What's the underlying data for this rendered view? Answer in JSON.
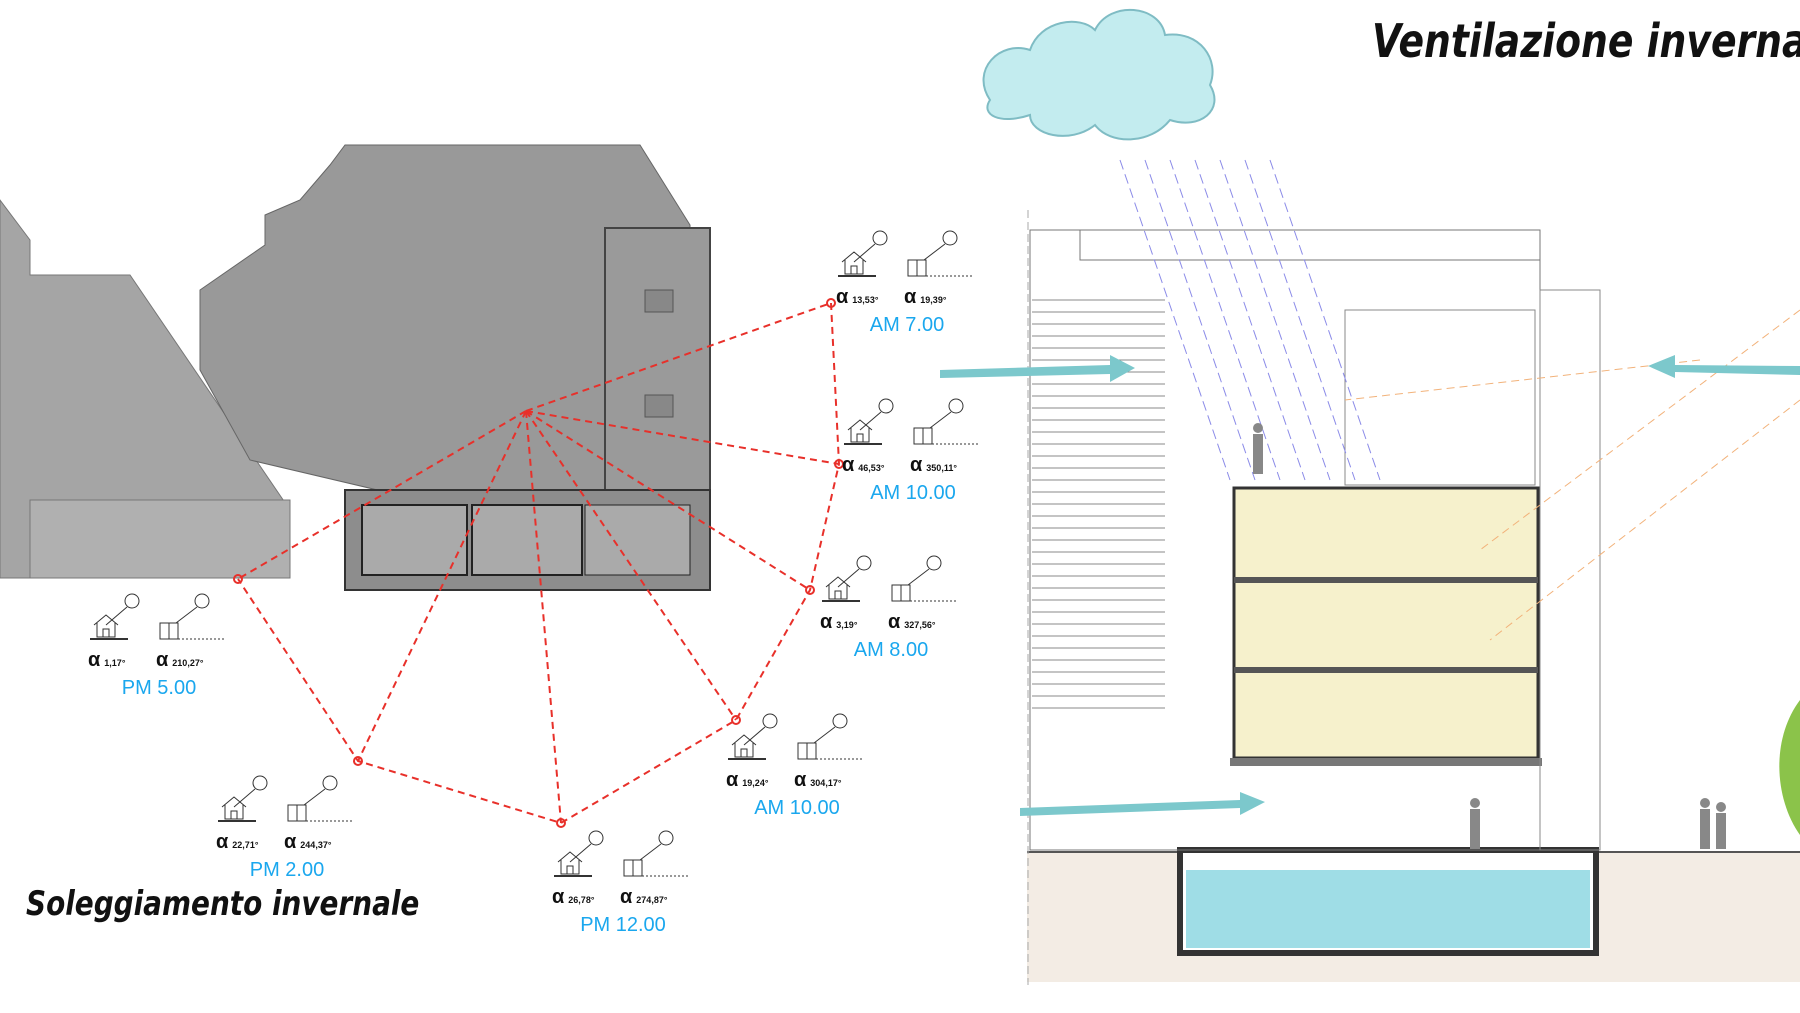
{
  "titles": {
    "ventilation": "Ventilazione invernale",
    "sunlight": "Soleggiamento invernale"
  },
  "colors": {
    "sun_path": "#e8302a",
    "time_label": "#1aa7ee",
    "building": "#a0a0a0",
    "floor_fill": "#f6f1cc",
    "water": "#9fdde6",
    "wind": "#7cc8cc",
    "rain": "#8b8be8",
    "warm_air": "#f2b27a"
  },
  "sun_positions": [
    {
      "time": "AM 7.00",
      "alpha_house": "13,53°",
      "alpha_window": "19,39°"
    },
    {
      "time": "AM 10.00",
      "alpha_house": "46,53°",
      "alpha_window": "350,11°"
    },
    {
      "time": "AM 8.00",
      "alpha_house": "3,19°",
      "alpha_window": "327,56°"
    },
    {
      "time": "AM 10.00",
      "alpha_house": "19,24°",
      "alpha_window": "304,17°"
    },
    {
      "time": "PM 12.00",
      "alpha_house": "26,78°",
      "alpha_window": "274,87°"
    },
    {
      "time": "PM 2.00",
      "alpha_house": "22,71°",
      "alpha_window": "244,37°"
    },
    {
      "time": "PM 5.00",
      "alpha_house": "1,17°",
      "alpha_window": "210,27°"
    }
  ],
  "alpha_symbol": "α"
}
